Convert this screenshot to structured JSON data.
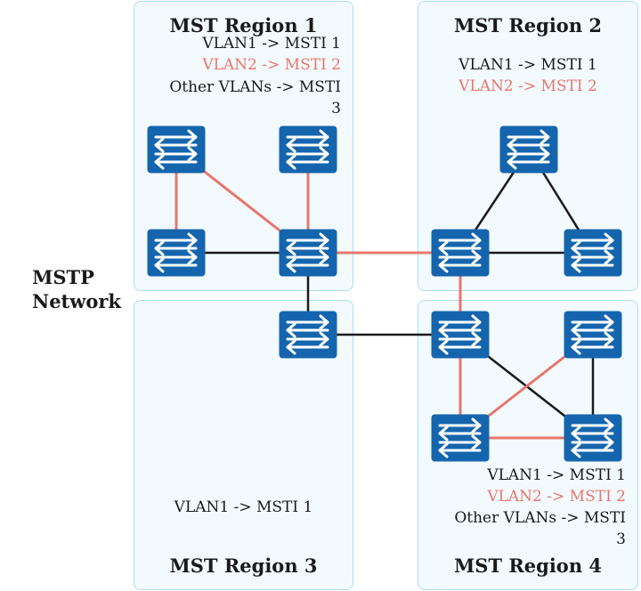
{
  "network_label": "MSTP Network",
  "colors": {
    "region_fill": "#f3fafe",
    "region_border": "#a9dff0",
    "switch": "#1565ae",
    "highlight": "#e8766b",
    "link": "#1a1a1a"
  },
  "regions": [
    {
      "title": "MST Region 1",
      "lines": [
        "VLAN1 -> MSTI 1",
        "VLAN2 -> MSTI 2",
        "Other VLANs -> MSTI",
        "3"
      ]
    },
    {
      "title": "MST Region 2",
      "lines": [
        "VLAN1 -> MSTI 1",
        "VLAN2 -> MSTI 2"
      ]
    },
    {
      "title": "MST Region 3",
      "lines": [
        "VLAN1 -> MSTI 1"
      ]
    },
    {
      "title": "MST Region 4",
      "lines": [
        "VLAN1 -> MSTI 1",
        "VLAN2 -> MSTI 2",
        "Other VLANs -> MSTI",
        "3"
      ]
    }
  ],
  "switch_icon": "switch-icon"
}
